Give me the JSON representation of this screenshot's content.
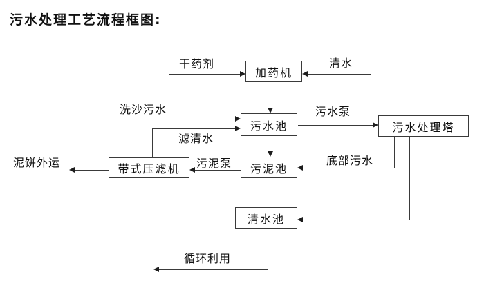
{
  "title": "污水处理工艺流程框图:",
  "diagram": {
    "type": "flowchart",
    "nodes": {
      "dosing_machine": "加药机",
      "sewage_pool": "污水池",
      "treatment_tower": "污水处理塔",
      "belt_filter_press": "带式压滤机",
      "sludge_pool": "污泥池",
      "clean_water_pool": "清水池"
    },
    "flow_labels": {
      "dry_chemical": "干药剂",
      "clean_water": "清水",
      "sand_washing_sewage": "洗沙污水",
      "sewage_pump": "污水泵",
      "filtered_water": "滤清水",
      "mud_cake_transport": "泥饼外运",
      "sludge_pump": "污泥泵",
      "bottom_sewage": "底部污水",
      "recycling": "循环利用"
    },
    "edges": [
      {
        "from": "干药剂(外部)",
        "to": "加药机",
        "label": "干药剂"
      },
      {
        "from": "清水(外部)",
        "to": "加药机",
        "label": "清水"
      },
      {
        "from": "加药机",
        "to": "污水池",
        "label": ""
      },
      {
        "from": "洗沙污水(外部)",
        "to": "污水池",
        "label": "洗沙污水"
      },
      {
        "from": "带式压滤机",
        "to": "污水池",
        "label": "滤清水"
      },
      {
        "from": "污水池",
        "to": "污水处理塔",
        "label": "污水泵"
      },
      {
        "from": "污水池",
        "to": "污泥池",
        "label": ""
      },
      {
        "from": "污水处理塔",
        "to": "污泥池",
        "label": "底部污水"
      },
      {
        "from": "污水处理塔",
        "to": "清水池",
        "label": ""
      },
      {
        "from": "污泥池",
        "to": "带式压滤机",
        "label": "污泥泵"
      },
      {
        "from": "带式压滤机",
        "to": "泥饼外运",
        "label": "泥饼外运"
      },
      {
        "from": "清水池",
        "to": "循环利用",
        "label": "循环利用"
      }
    ],
    "colors": {
      "background": "#ffffff",
      "line": "#3a3a3a",
      "text": "#111111"
    }
  }
}
